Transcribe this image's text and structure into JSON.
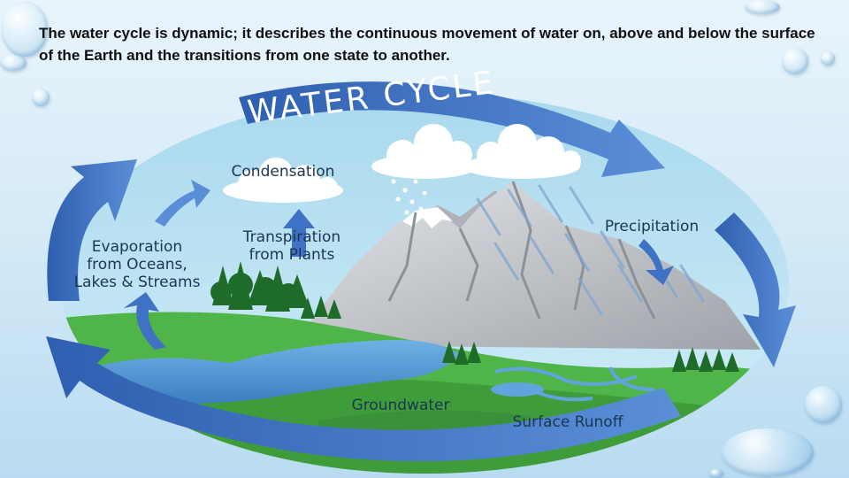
{
  "caption": "The water cycle is dynamic; it describes the continuous movement of water on, above and below the surface of the Earth and the transitions from one state to another.",
  "diagram": {
    "title": "WATER CYCLE",
    "labels": {
      "condensation": "Condensation",
      "transpiration_line1": "Transpiration",
      "transpiration_line2": "from Plants",
      "evaporation_line1": "Evaporation",
      "evaporation_line2": "from Oceans,",
      "evaporation_line3": "Lakes & Streams",
      "precipitation": "Precipitation",
      "groundwater": "Groundwater",
      "surface_runoff": "Surface Runoff"
    }
  },
  "colors": {
    "cycle_arrow": "#3f72c4",
    "ellipse_fill": "#bfe3f2",
    "grass": "#4fb548",
    "water": "#4a90d0",
    "mountain": "#c9ccd0",
    "label_text": "#1c3550"
  }
}
